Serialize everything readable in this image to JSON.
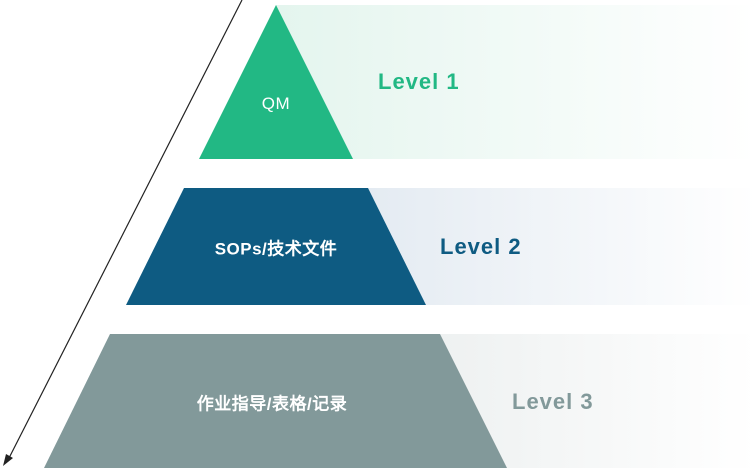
{
  "levels": [
    {
      "label": "QM",
      "level": "Level 1",
      "color": "#22b884",
      "band_color": "#e4f5ee"
    },
    {
      "label": "SOPs/技术文件",
      "level": "Level 2",
      "color": "#0e5b82",
      "band_color": "#e4ebf2"
    },
    {
      "label": "作业指导/表格/记录",
      "level": "Level 3",
      "color": "#82999a",
      "band_color": "#eef1f1"
    }
  ]
}
